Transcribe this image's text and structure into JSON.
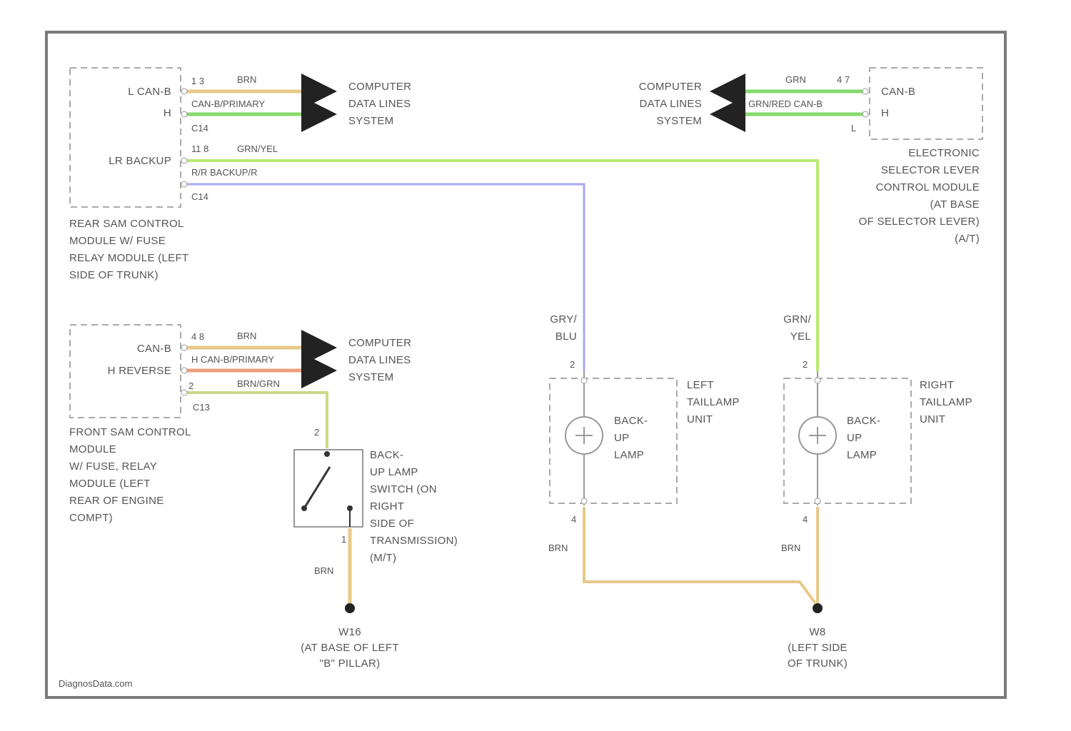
{
  "colors": {
    "brn": "#e8c98a",
    "grn": "#86d96c",
    "gry_yel": "#b7ea74",
    "gry_blu": "#a9a9f2",
    "brn_red": "#eea07a",
    "brn_grn": "#cdd888",
    "border": "#7a7a7a",
    "box": "#aaaaaa",
    "text": "#555555"
  },
  "rear_sam": {
    "pins": [
      "L CAN-B",
      "H",
      "LR BACKUP"
    ],
    "pin_numbers": [
      "1 3",
      "11 8"
    ],
    "connector_labels": [
      "C14",
      "C14"
    ],
    "mid_labels": [
      "CAN-B/PRIMARY",
      "R/R BACKUP/R"
    ],
    "wire_colors": [
      "BRN",
      "GRN/YEL"
    ],
    "caption": [
      "REAR SAM CONTROL",
      "MODULE W/ FUSE",
      "RELAY MODULE (LEFT",
      "SIDE OF TRUNK)"
    ]
  },
  "front_sam": {
    "pins": [
      "CAN-B",
      "H REVERSE"
    ],
    "pin_numbers": [
      "4 8",
      "2"
    ],
    "connector_label": "C13",
    "mid_labels": [
      "H CAN-B/PRIMARY",
      "BRN/GRN"
    ],
    "wire_colors": [
      "BRN"
    ],
    "caption": [
      "FRONT SAM CONTROL",
      "MODULE",
      "W/ FUSE, RELAY",
      "MODULE (LEFT",
      "REAR OF ENGINE",
      "COMPT)"
    ]
  },
  "computer_lines": [
    "COMPUTER",
    "DATA LINES",
    "SYSTEM"
  ],
  "selector": {
    "pins": [
      "CAN-B",
      "H"
    ],
    "pin_numbers": [
      "4 7",
      "L"
    ],
    "wire_colors": [
      "GRN"
    ],
    "mid_label": "GRN/RED CAN-B",
    "caption": [
      "ELECTRONIC",
      "SELECTOR LEVER",
      "CONTROL MODULE",
      "(AT BASE",
      "OF SELECTOR LEVER)",
      "(A/T)"
    ]
  },
  "left_taillamp": {
    "wire_label": [
      "GRY/",
      "BLU"
    ],
    "pin_top": "2",
    "pin_bottom": "4",
    "unit_label": [
      "LEFT",
      "TAILLAMP",
      "UNIT"
    ],
    "lamp_label": [
      "BACK-",
      "UP",
      "LAMP"
    ],
    "ground_wire": "BRN"
  },
  "right_taillamp": {
    "wire_label": [
      "GRN/",
      "YEL"
    ],
    "pin_top": "2",
    "pin_bottom": "4",
    "unit_label": [
      "RIGHT",
      "TAILLAMP",
      "UNIT"
    ],
    "lamp_label": [
      "BACK-",
      "UP",
      "LAMP"
    ],
    "ground_wire": "BRN"
  },
  "switch": {
    "pin_top": "2",
    "pin_bottom": "1",
    "label": [
      "BACK-",
      "UP LAMP",
      "SWITCH (ON",
      "RIGHT",
      "SIDE OF",
      "TRANSMISSION)",
      "(M/T)"
    ],
    "ground_wire": "BRN"
  },
  "ground_left": {
    "label": [
      "W16",
      "(AT BASE OF LEFT",
      "\"B\" PILLAR)"
    ]
  },
  "ground_right": {
    "label": [
      "W8",
      "(LEFT SIDE",
      "OF TRUNK)"
    ]
  },
  "watermark": "DiagnosData.com"
}
